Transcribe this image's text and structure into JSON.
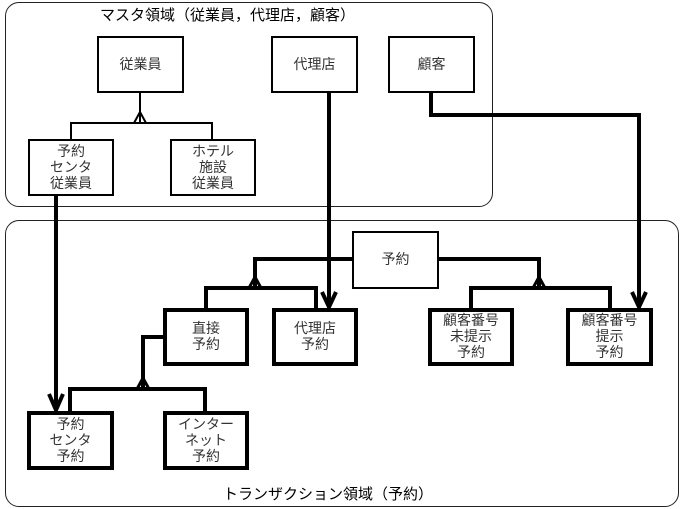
{
  "regions": {
    "master": {
      "title": "マスタ領域（従業員，代理店，顧客）"
    },
    "transaction": {
      "title": "トランザクション領域（予約）"
    }
  },
  "entities": {
    "employee": "従業員",
    "agency": "代理店",
    "customer": "顧客",
    "center_employee": "予約\nセンタ\n従業員",
    "hotel_employee": "ホテル\n施設\n従業員",
    "reservation": "予約",
    "direct_reservation": "直接\n予約",
    "agency_reservation": "代理店\n予約",
    "no_customer_number_reservation": "顧客番号\n未提示\n予約",
    "customer_number_reservation": "顧客番号\n提示\n予約",
    "center_reservation": "予約\nセンタ\n予約",
    "internet_reservation": "インター\nネット\n予約"
  },
  "relationships": [
    {
      "type": "supertype-subtype",
      "super": "従業員",
      "subs": [
        "予約センタ従業員",
        "ホテル施設従業員"
      ]
    },
    {
      "type": "supertype-subtype",
      "super": "予約",
      "subs": [
        "直接予約",
        "代理店予約"
      ]
    },
    {
      "type": "supertype-subtype",
      "super": "予約",
      "subs": [
        "顧客番号未提示予約",
        "顧客番号提示予約"
      ]
    },
    {
      "type": "supertype-subtype",
      "super": "直接予約",
      "subs": [
        "予約センタ予約",
        "インターネット予約"
      ]
    },
    {
      "type": "one-to-many",
      "from": "予約センタ従業員",
      "to": "予約センタ予約"
    },
    {
      "type": "one-to-many",
      "from": "代理店",
      "to": "代理店予約"
    },
    {
      "type": "one-to-many",
      "from": "顧客",
      "to": "顧客番号提示予約"
    }
  ]
}
